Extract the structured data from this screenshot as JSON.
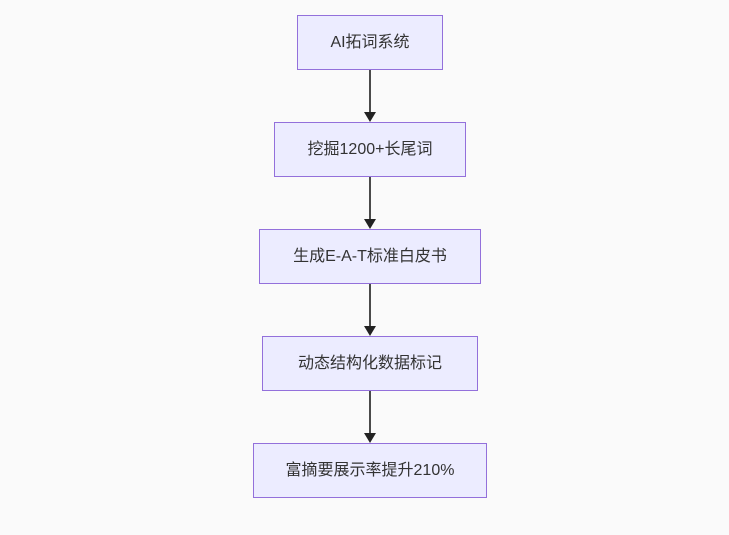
{
  "diagram": {
    "type": "flowchart-top-down",
    "nodes": [
      {
        "id": "A",
        "label": "AI拓词系统"
      },
      {
        "id": "B",
        "label": "挖掘1200+长尾词"
      },
      {
        "id": "C",
        "label": "生成E-A-T标准白皮书"
      },
      {
        "id": "D",
        "label": "动态结构化数据标记"
      },
      {
        "id": "E",
        "label": "富摘要展示率提升210%"
      }
    ],
    "edges": [
      {
        "from": "A",
        "to": "B"
      },
      {
        "from": "B",
        "to": "C"
      },
      {
        "from": "C",
        "to": "D"
      },
      {
        "from": "D",
        "to": "E"
      }
    ]
  },
  "colors": {
    "background": "#FAFAFA",
    "node_fill": "#ECECFF",
    "node_border": "#9370DB",
    "node_text": "#333333",
    "arrow_line": "#4a4a4a",
    "arrow_head": "#222222"
  }
}
